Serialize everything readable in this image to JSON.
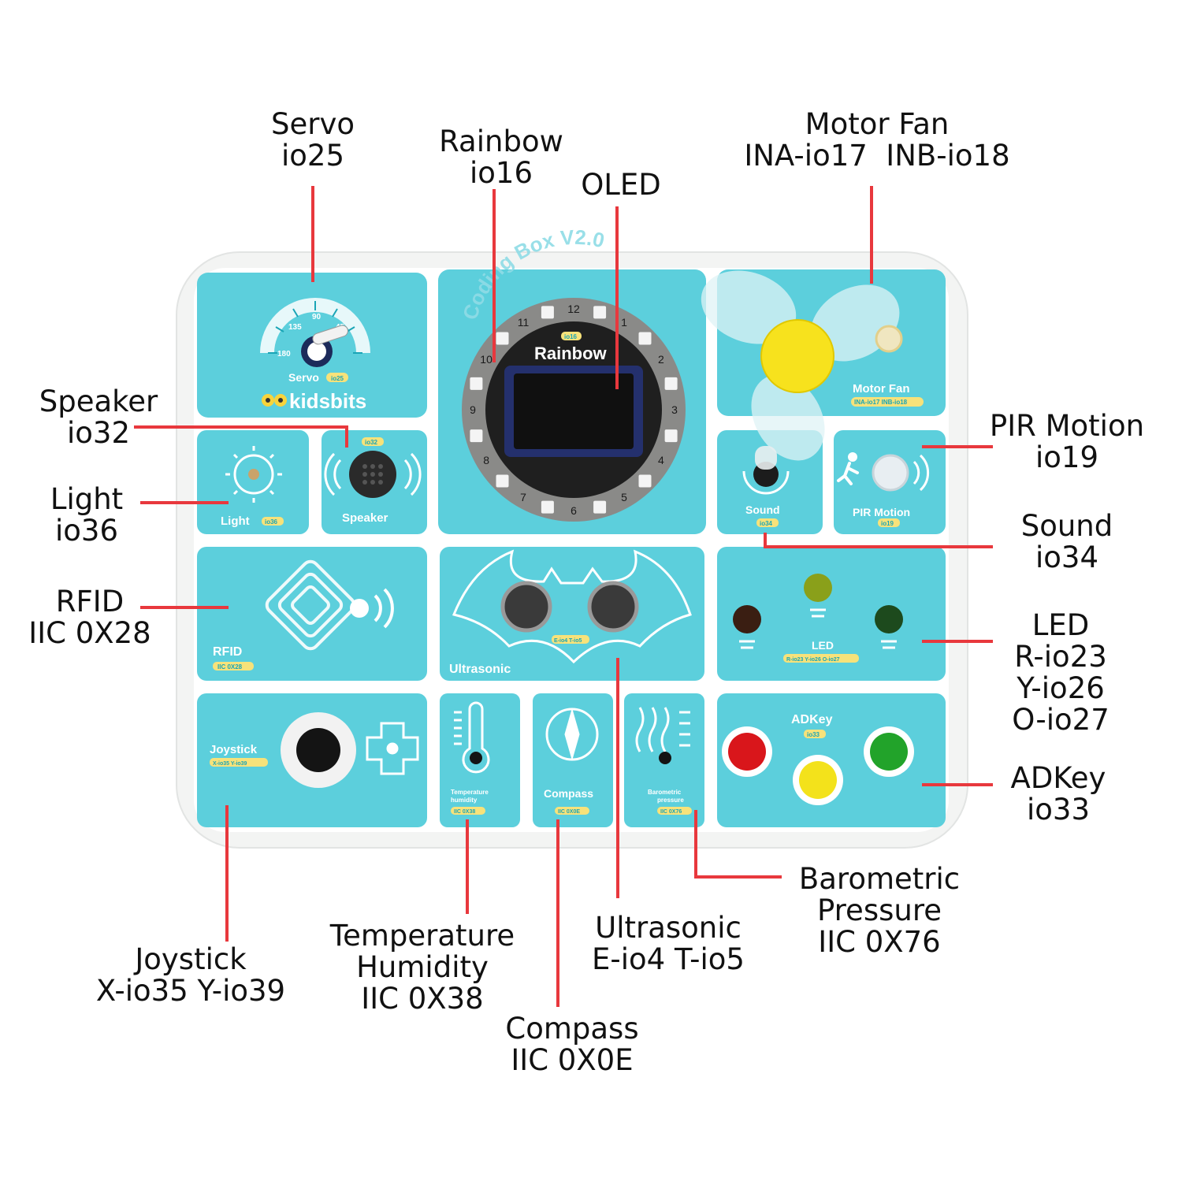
{
  "callouts": {
    "servo": {
      "name": "Servo",
      "pin": "io25"
    },
    "rainbow": {
      "name": "Rainbow",
      "pin": "io16"
    },
    "oled": {
      "name": "OLED"
    },
    "motor_fan": {
      "name": "Motor Fan",
      "pin": "INA-io17  INB-io18"
    },
    "speaker": {
      "name": "Speaker",
      "pin": "io32"
    },
    "light": {
      "name": "Light",
      "pin": "io36"
    },
    "pir": {
      "name": "PIR Motion",
      "pin": "io19"
    },
    "sound": {
      "name": "Sound",
      "pin": "io34"
    },
    "rfid": {
      "name": "RFID",
      "pin": "IIC 0X28"
    },
    "led": {
      "name": "LED",
      "pins": [
        "R-io23",
        "Y-io26",
        "O-io27"
      ]
    },
    "adkey": {
      "name": "ADKey",
      "pin": "io33"
    },
    "barometric": {
      "name_lines": [
        "Barometric",
        "Pressure"
      ],
      "pin": "IIC 0X76"
    },
    "ultrasonic": {
      "name": "Ultrasonic",
      "pin": "E-io4 T-io5"
    },
    "temperature": {
      "name_lines": [
        "Temperature",
        "Humidity"
      ],
      "pin": "IIC 0X38"
    },
    "joystick": {
      "name": "Joystick",
      "pin": "X-io35 Y-io39"
    },
    "compass": {
      "name": "Compass",
      "pin": "IIC 0X0E"
    }
  },
  "board": {
    "brand": "kidsbits",
    "title": "Coding Box V2.0",
    "servo_label": "Servo",
    "servo_pin": "io25",
    "servo_scale": [
      "180",
      "135",
      "90",
      "45"
    ],
    "rainbow_label": "Rainbow",
    "rainbow_pin": "io16",
    "ring_numbers": [
      "12",
      "1",
      "2",
      "3",
      "4",
      "5",
      "6",
      "7",
      "8",
      "9",
      "10",
      "11"
    ],
    "motor_fan_label": "Motor Fan",
    "motor_fan_pins": "INA-io17  INB-io18",
    "light_label": "Light",
    "light_pin": "io36",
    "speaker_label": "Speaker",
    "speaker_pin": "io32",
    "sound_label": "Sound",
    "sound_pin": "io34",
    "pir_label": "PIR Motion",
    "pir_pin": "io19",
    "rfid_label": "RFID",
    "rfid_pin": "IIC 0X28",
    "ultrasonic_label": "Ultrasonic",
    "ultrasonic_pins": "E-io4  T-io5",
    "led_label": "LED",
    "led_pins": "R-io23  Y-io26  O-io27",
    "joystick_label": "Joystick",
    "joystick_pins": "X-io35  Y-io39",
    "temp_label_lines": [
      "Temperature",
      "humidity"
    ],
    "temp_pin": "IIC 0X38",
    "compass_label": "Compass",
    "compass_pin": "IIC 0X0E",
    "baro_label_lines": [
      "Barometric",
      "pressure"
    ],
    "baro_pin": "IIC 0X76",
    "adkey_label": "ADKey",
    "adkey_pin": "io33"
  },
  "colors": {
    "board_bg": "#5ccfdc",
    "frame": "#f4f5f4",
    "leader": "#e8383d",
    "text": "#111111"
  }
}
